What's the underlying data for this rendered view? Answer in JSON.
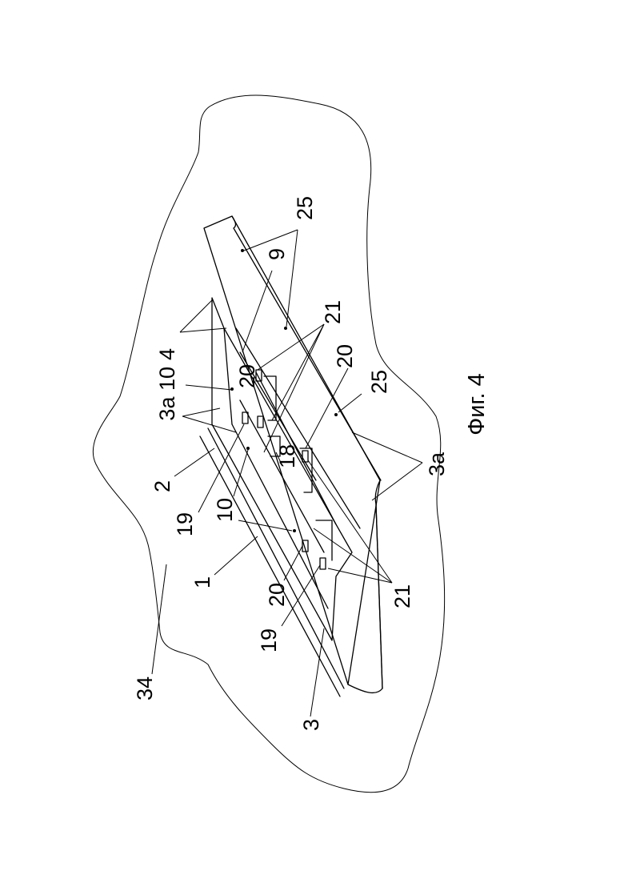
{
  "figure": {
    "caption": "Фиг. 4",
    "labels": {
      "l1": "1",
      "l2": "2",
      "l3": "3",
      "l3a_top": "3а 10",
      "l3a_bot": "3а",
      "l4": "4",
      "l9": "9",
      "l10": "10",
      "l18": "18",
      "l19a": "19",
      "l19b": "19",
      "l20a": "20",
      "l20b": "20",
      "l20c": "20",
      "l21a": "21",
      "l21b": "21",
      "l25a": "25",
      "l25b": "25",
      "l34": "34"
    }
  }
}
